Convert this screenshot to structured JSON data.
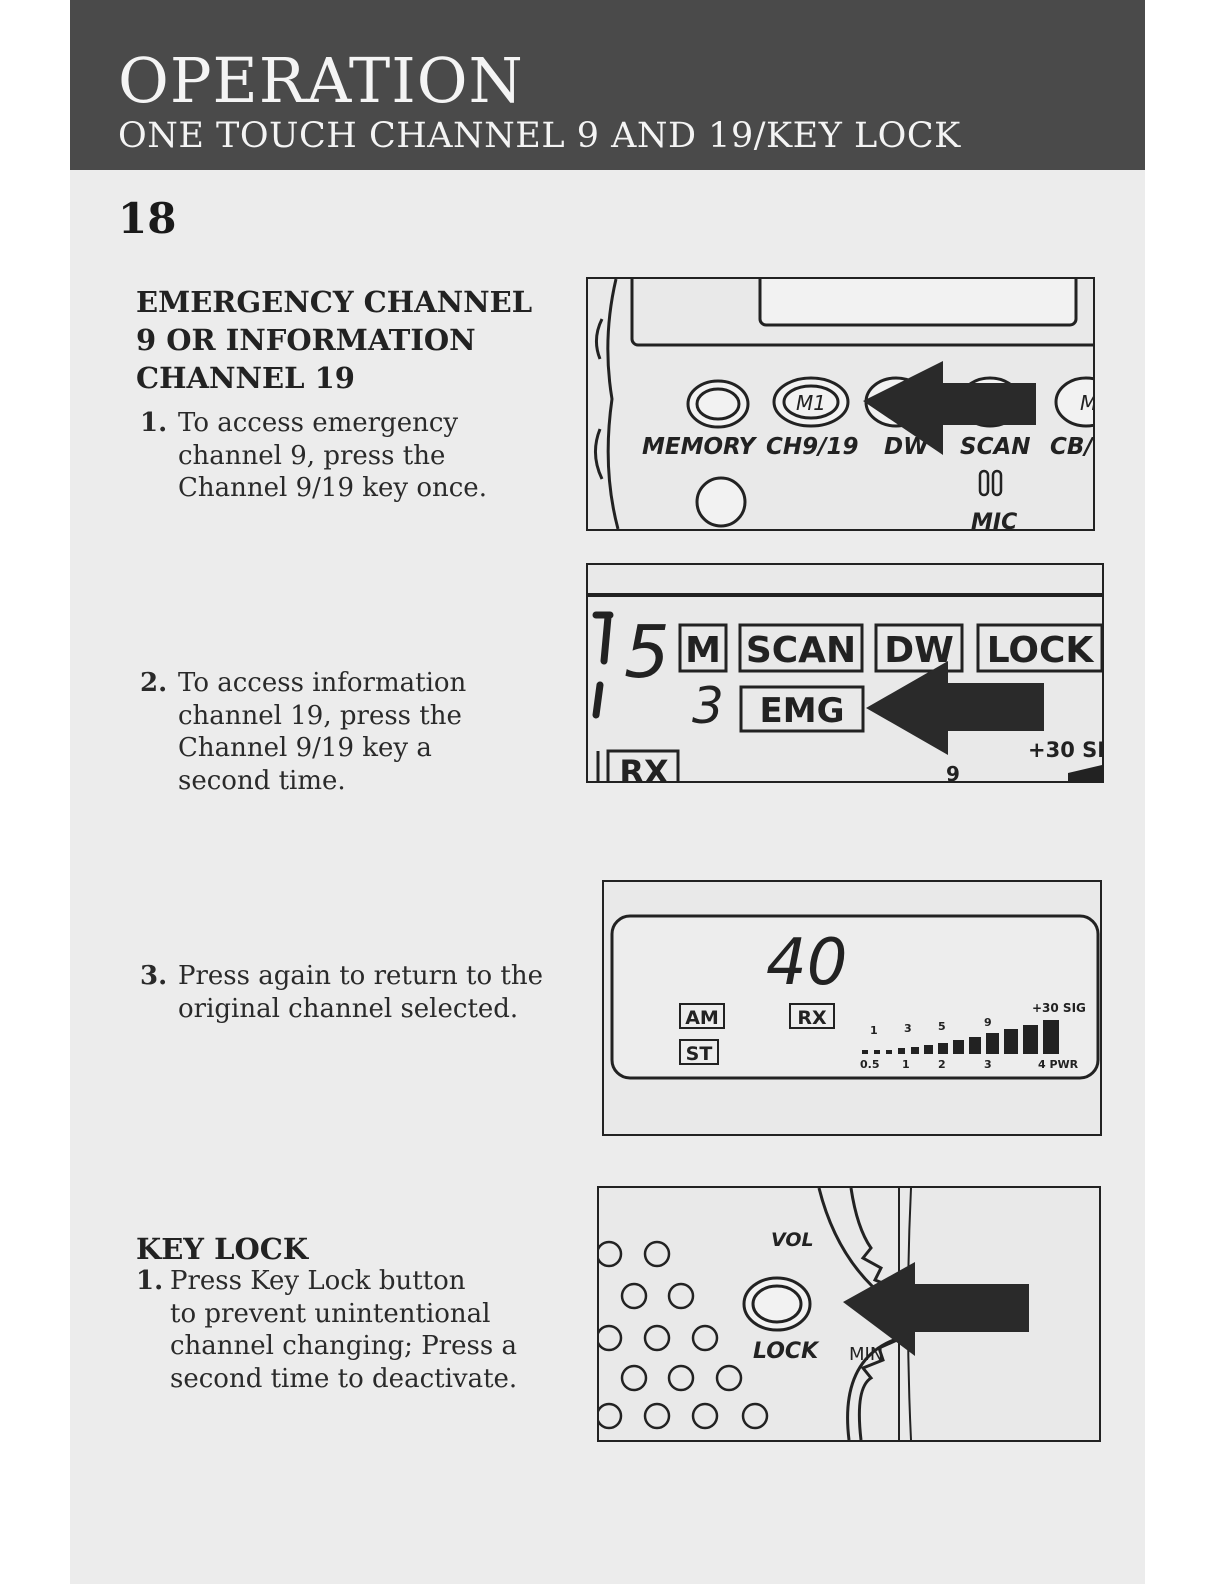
{
  "header": {
    "title": "OPERATION",
    "subtitle": "ONE TOUCH CHANNEL 9 AND 19/KEY LOCK"
  },
  "page_number": "18",
  "emergency": {
    "heading_lines": [
      "EMERGENCY CHANNEL",
      "9 OR INFORMATION",
      "CHANNEL 19"
    ],
    "steps": [
      {
        "num": "1.",
        "lines": [
          "To access emergency",
          "channel 9, press the",
          "Channel 9/19 key once."
        ]
      },
      {
        "num": "2.",
        "lines": [
          "To access information",
          "channel 19, press the",
          "Channel 9/19 key a",
          "second time."
        ]
      },
      {
        "num": "3.",
        "lines": [
          "Press again to return to the",
          "original channel selected."
        ]
      }
    ]
  },
  "keylock": {
    "heading": "KEY LOCK",
    "steps": [
      {
        "num": "1.",
        "lines": [
          "Press Key Lock button",
          "to prevent unintentional",
          "channel changing; Press a",
          "second time to deactivate."
        ]
      }
    ]
  },
  "figures": {
    "fig1": {
      "button_m1": "M1",
      "button_m_partial": "M",
      "labels": [
        "MEMORY",
        "CH9/19",
        "DW",
        "SCAN",
        "CB/"
      ],
      "mic_label": "MIC"
    },
    "fig2": {
      "digits": "5",
      "small_digit": "3",
      "indicators": [
        "M",
        "SCAN",
        "DW",
        "LOCK"
      ],
      "emg": "EMG",
      "rx": "RX",
      "meter_label": "+30 SI",
      "scale": "9"
    },
    "fig3": {
      "channel": "40",
      "am": "AM",
      "st": "ST",
      "rx": "RX",
      "sig_label": "+30 SIG",
      "top_scale": [
        "1",
        "3",
        "5",
        "9"
      ],
      "bottom_scale": [
        "0.5",
        "1",
        "2",
        "3",
        "4 PWR"
      ]
    },
    "fig4": {
      "vol": "VOL",
      "lock": "LOCK",
      "min": "MIN"
    }
  }
}
